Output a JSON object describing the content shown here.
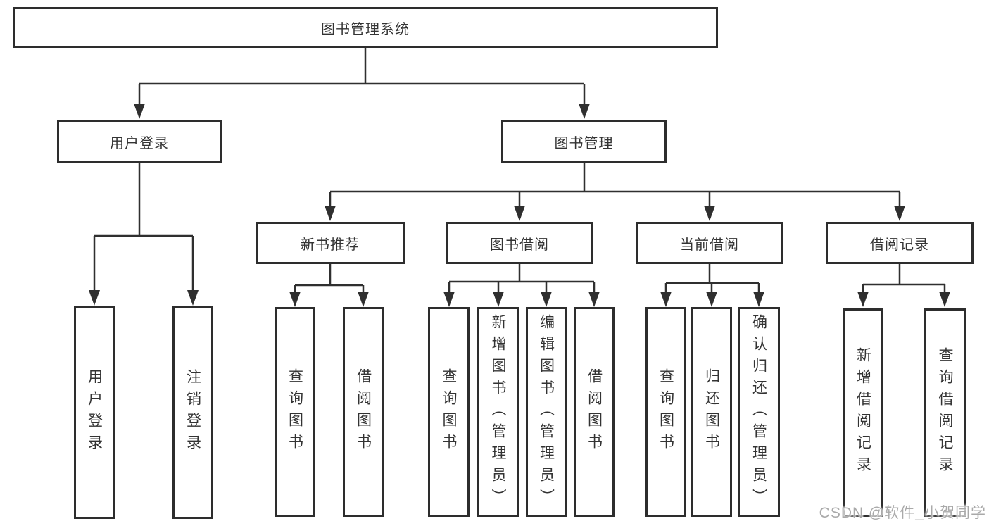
{
  "diagram": {
    "title": "图书管理系统",
    "type": "hierarchy-tree"
  },
  "colors": {
    "line": "#2f2f2f",
    "box_border": "#2d2d2d",
    "text": "#333333",
    "watermark": "#a9a9a9",
    "background": "#ffffff"
  },
  "nodes": {
    "root": {
      "label": "图书管理系统"
    },
    "user_login": {
      "label": "用户登录"
    },
    "book_mgmt": {
      "label": "图书管理"
    },
    "new_book_rec": {
      "label": "新书推荐"
    },
    "book_borrow": {
      "label": "图书借阅"
    },
    "current_borrow": {
      "label": "当前借阅"
    },
    "borrow_record": {
      "label": "借阅记录"
    },
    "leaf_user_login": {
      "label": "用户登录"
    },
    "leaf_logout": {
      "label": "注销登录"
    },
    "leaf_nb_query": {
      "label": "查询图书"
    },
    "leaf_nb_borrow": {
      "label": "借阅图书"
    },
    "leaf_bb_query": {
      "label": "查询图书"
    },
    "leaf_bb_add": {
      "label": "新增图书（管理员）"
    },
    "leaf_bb_edit": {
      "label": "编辑图书（管理员）"
    },
    "leaf_bb_borrow": {
      "label": "借阅图书"
    },
    "leaf_cb_query": {
      "label": "查询图书"
    },
    "leaf_cb_return": {
      "label": "归还图书"
    },
    "leaf_cb_confirm": {
      "label": "确认归还（管理员）"
    },
    "leaf_br_add": {
      "label": "新增借阅记录"
    },
    "leaf_br_query": {
      "label": "查询借阅记录"
    }
  },
  "structure": [
    {
      "parent": "图书管理系统",
      "children": [
        "用户登录",
        "图书管理"
      ]
    },
    {
      "parent": "用户登录",
      "children": [
        "用户登录",
        "注销登录"
      ]
    },
    {
      "parent": "图书管理",
      "children": [
        "新书推荐",
        "图书借阅",
        "当前借阅",
        "借阅记录"
      ]
    },
    {
      "parent": "新书推荐",
      "children": [
        "查询图书",
        "借阅图书"
      ]
    },
    {
      "parent": "图书借阅",
      "children": [
        "查询图书",
        "新增图书（管理员）",
        "编辑图书（管理员）",
        "借阅图书"
      ]
    },
    {
      "parent": "当前借阅",
      "children": [
        "查询图书",
        "归还图书",
        "确认归还（管理员）"
      ]
    },
    {
      "parent": "借阅记录",
      "children": [
        "新增借阅记录",
        "查询借阅记录"
      ]
    }
  ],
  "watermark": {
    "text": "CSDN @软件_小贺同学"
  }
}
